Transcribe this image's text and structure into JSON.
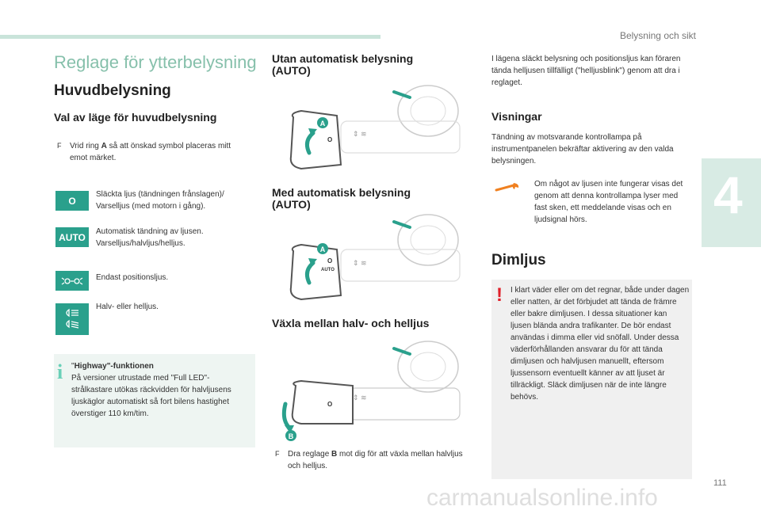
{
  "header": {
    "section": "Belysning och sikt",
    "chapter": "4",
    "page": "111"
  },
  "left": {
    "title": "Reglage för ytterbelysning",
    "h1": "Huvudbelysning",
    "h2": "Val av läge för huvudbelysning",
    "instruction_bullet": "F",
    "instruction_pre": "Vrid ring ",
    "instruction_bold": "A",
    "instruction_post": " så att önskad symbol placeras mitt emot märket.",
    "modes": [
      {
        "icon": "O",
        "text": "Släckta ljus (tändningen frånslagen)/ Varselljus (med motorn i gång)."
      },
      {
        "icon": "AUTO",
        "text": "Automatisk tändning av ljusen. Varselljus/halvljus/helljus."
      },
      {
        "icon": "position-lights-icon",
        "text": "Endast positionsljus."
      },
      {
        "icon": "headlights-icon",
        "text": "Halv- eller helljus."
      }
    ],
    "info": {
      "title_q1": "\"",
      "title_bold": "Highway",
      "title_rest": "\"-funktionen",
      "text": "På versioner utrustade med \"Full LED\"-strålkastare utökas räckvidden för halvljusens ljuskäglor automatiskt så fort bilens hastighet överstiger 110 km/tim."
    }
  },
  "middle": {
    "h_utan": "Utan automatisk belysning (AUTO)",
    "h_med": "Med automatisk belysning (AUTO)",
    "h_vaxla": "Växla mellan halv- och helljus",
    "label_a": "A",
    "label_b": "B",
    "lever_o": "O",
    "lever_auto": "AUTO",
    "bullet": "F",
    "text_pre": "Dra reglage ",
    "text_bold": "B",
    "text_post": " mot dig för att växla mellan halvljus och helljus."
  },
  "right": {
    "intro": "I lägena släckt belysning och positionsljus kan föraren tända helljusen tillfälligt (\"helljusblink\") genom att dra i reglaget.",
    "h_visningar": "Visningar",
    "visningar_text": "Tändning av motsvarande kontrollampa på instrumentpanelen bekräftar aktivering av den valda belysningen.",
    "warning_text": "Om något av ljusen inte fungerar visas det genom att denna kontrollampa lyser med fast sken, ett meddelande visas och en ljudsignal hörs.",
    "h_dimljus": "Dimljus",
    "dimljus_text": "I klart väder eller om det regnar, både under dagen eller natten, är det förbjudet att tända de främre eller bakre dimljusen. I dessa situationer kan ljusen blända andra trafikanter. De bör endast användas i dimma eller vid snöfall. Under dessa väderförhållanden ansvarar du för att tända dimljusen och halvljusen manuellt, eftersom ljussensorn eventuellt känner av att ljuset är tillräckligt. Släck dimljusen när de inte längre behövs."
  },
  "watermark": "carmanualsonline.info",
  "colors": {
    "accent": "#2aa08c",
    "title": "#86c0ab",
    "warning": "#e0202a",
    "wrench": "#f08020"
  }
}
